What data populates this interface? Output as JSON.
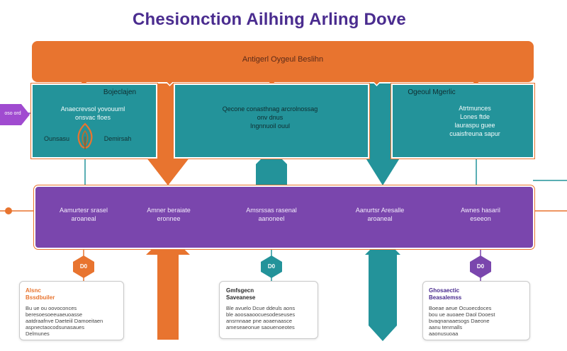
{
  "title": "Chesionction Ailhing Arling Dove",
  "top_band": {
    "label": "Antigerl Oygeul Beslihn",
    "color": "#e8742f"
  },
  "left_tag": {
    "label": "oso ord"
  },
  "teal_boxes": [
    {
      "header": "Bojeclajen",
      "lines": [
        "Anaecrevsol yovouuml",
        "onsvac floes"
      ],
      "footer_left": "Ounsasu",
      "footer_right": "Demirsah",
      "icon": "leaf-flame-icon"
    },
    {
      "header": "",
      "lines": [
        "Qecone conasthnag arcrolnossag",
        "onv dnus",
        "Ingnnuoil ouul"
      ]
    },
    {
      "header": "Ogeoul Mgerlic",
      "lines": [
        "Atrtmunces",
        "Lones ftde",
        "lauraspu guee",
        "cuaisfreuna sapur"
      ]
    }
  ],
  "purple_band": {
    "color": "#7a46ad",
    "items": [
      {
        "line1": "Aamurtesr srasel",
        "line2": "aroaneal"
      },
      {
        "line1": "Amner beraiate",
        "line2": "eronnee"
      },
      {
        "line1": "Amsrssas rasenal",
        "line2": "aanoneel"
      },
      {
        "line1": "Aanurtsr Aresalle",
        "line2": "aroaneal"
      },
      {
        "line1": "Awnes hasaril",
        "line2": "eseeon"
      }
    ]
  },
  "badges": [
    {
      "label": "D0",
      "color": "#e8742f"
    },
    {
      "label": "D0",
      "color": "#23939a"
    },
    {
      "label": "D0",
      "color": "#7a46ad"
    }
  ],
  "cards": [
    {
      "title_lines": [
        "Alsnc",
        "Bssdbuiler"
      ],
      "title_color": "#e8742f",
      "body_lines": [
        "Bu ue ou oovoconces",
        "beresoesoeeuaeuoasse",
        "aatdraafnve Daeteiil Damoeitaen",
        "aspnectaocodsunasaues",
        "Delmunes"
      ]
    },
    {
      "title_lines": [
        "Gmfsgecn",
        "Saveanese"
      ],
      "title_color": "#2a2a2a",
      "body_lines": [
        "Ble avuelo Dcue ddeuls aons",
        "ble aoosaaoocuesodeseuses",
        "ansrnnaae pne aoaenaasce",
        "ameseaeonue saouenoeotes"
      ]
    },
    {
      "title_lines": [
        "Ghosaectic",
        "Beasalemss"
      ],
      "title_color": "#4a2c8f",
      "body_lines": [
        "Boeae aeue Ocuoecdoces",
        "bou ue auoaee Daol Dooest",
        "bvaqnanaaesogs Daeone",
        "aanu tenrnalls",
        "aaonusuoaa"
      ]
    }
  ]
}
